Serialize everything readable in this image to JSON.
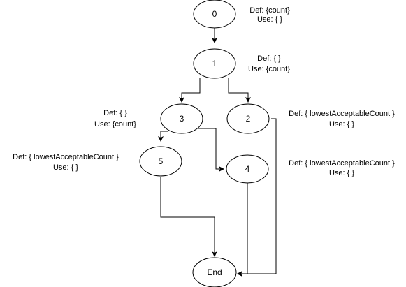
{
  "diagram": {
    "nodes": [
      {
        "id": "0",
        "label": "0"
      },
      {
        "id": "1",
        "label": "1"
      },
      {
        "id": "3",
        "label": "3"
      },
      {
        "id": "2",
        "label": "2"
      },
      {
        "id": "5",
        "label": "5"
      },
      {
        "id": "4",
        "label": "4"
      },
      {
        "id": "end",
        "label": "End"
      }
    ],
    "edges": [
      {
        "from": "0",
        "to": "1"
      },
      {
        "from": "1",
        "to": "3"
      },
      {
        "from": "1",
        "to": "2"
      },
      {
        "from": "3",
        "to": "5"
      },
      {
        "from": "3",
        "to": "4"
      },
      {
        "from": "5",
        "to": "end"
      },
      {
        "from": "4",
        "to": "end"
      },
      {
        "from": "2",
        "to": "end"
      }
    ],
    "annotations": [
      {
        "node": "0",
        "def": "Def: {count}",
        "use": "Use: { }"
      },
      {
        "node": "1",
        "def": "Def: { }",
        "use": "Use: {count}"
      },
      {
        "node": "3",
        "def": "Def: { }",
        "use": "Use: {count}"
      },
      {
        "node": "2",
        "def": "Def: { lowestAcceptableCount }",
        "use": "Use: { }"
      },
      {
        "node": "5",
        "def": "Def: { lowestAcceptableCount }",
        "use": "Use: { }"
      },
      {
        "node": "4",
        "def": "Def: { lowestAcceptableCount }",
        "use": "Use: { }"
      }
    ]
  },
  "colors": {
    "stroke": "#000000",
    "fill": "#ffffff",
    "text": "#000000"
  }
}
